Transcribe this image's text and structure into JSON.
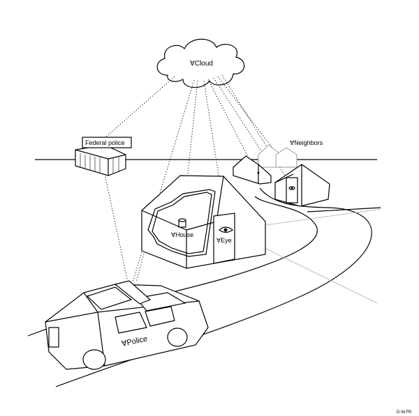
{
  "labels": {
    "cloud": "∀Cloud",
    "federal_police": "Federal police",
    "neighbors": "∀Neighbors",
    "house": "∀House",
    "eye": "∀Eye",
    "police": "∀Police",
    "credit": "D-W.FR"
  }
}
